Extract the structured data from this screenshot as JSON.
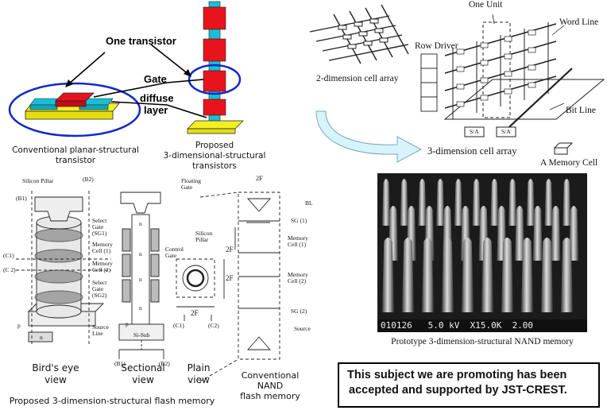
{
  "top_left": {
    "label_one_transistor": "One transistor",
    "label_gate": "Gate",
    "label_diffuse_1": "diffuse",
    "label_diffuse_2": "layer",
    "caption_planar_1": "Conventional planar-structural",
    "caption_planar_2": "transistor",
    "caption_proposed_1": "Proposed",
    "caption_proposed_2": "3-dimensional-structural",
    "caption_proposed_3": "transistors"
  },
  "top_right": {
    "label_one_unit": "One Unit",
    "label_word_line": "Word Line",
    "label_row_driver": "Row Driver",
    "label_2d": "2-dimension cell array",
    "label_bit_line": "Bit Line",
    "label_sa_1": "S/A",
    "label_sa_2": "S/A",
    "label_3d": "3-dimension cell array",
    "label_memory_cell": "A Memory Cell"
  },
  "bottom_left": {
    "label_silicon_pillar": "Silicon Pillar",
    "label_b2_top": "(B2)",
    "label_b1_top": "(B1)",
    "label_select_gate_sg1_1": "Select",
    "label_select_gate_sg1_2": "Gate",
    "label_select_gate_sg1_3": "(SG1)",
    "label_memory_cell1_1": "Memory",
    "label_memory_cell1_2": "Cell (1)",
    "label_c1_left": "(C1)",
    "label_memory_cell2_1": "Memory",
    "label_memory_cell2_2": "Cell (2)",
    "label_c2_left": "(C 2)",
    "label_select_gate_sg2_1": "Select",
    "label_select_gate_sg2_2": "Gate",
    "label_select_gate_sg2_3": "(SG2)",
    "label_p_left": "p",
    "label_source_line_1": "Source",
    "label_source_line_2": "Line",
    "label_n_base": "n",
    "label_floating_gate_1": "Floating",
    "label_floating_gate_2": "Gate",
    "label_control_gate_1": "Control",
    "label_control_gate_2": "Gate",
    "label_silicon_pillar2_1": "Silicon",
    "label_silicon_pillar2_2": "Pillar",
    "label_n_1": "n",
    "label_n_2": "n",
    "label_n_3": "n",
    "label_n_4": "n",
    "label_p_section": "p",
    "label_si_sub": "Si-Sub",
    "label_b1_bottom": "(B1)",
    "label_b2_bottom": "(B2)",
    "label_2f_top": "2F",
    "label_2f_mid": "2F",
    "label_2f_right": "2F",
    "label_2f_bottom": "2F",
    "label_c1_bottom": "(C1)",
    "label_c2_bottom": "(C2)",
    "label_bl": "BL",
    "label_sg1": "SG (1)",
    "label_mem_cell1_1": "Memory",
    "label_mem_cell1_2": "Cell (1)",
    "label_mem_cell2_1": "Memory",
    "label_mem_cell2_2": "Cell (2)",
    "label_sg2": "SG (2)",
    "label_source": "Source",
    "caption_birds_eye_1": "Bird's eye",
    "caption_birds_eye_2": "view",
    "caption_sectional_1": "Sectional",
    "caption_sectional_2": "view",
    "caption_plain_1": "Plain",
    "caption_plain_2": "view",
    "caption_conv_1": "Conventional",
    "caption_conv_2": "NAND",
    "caption_conv_3": "flash memory",
    "caption_proposed_flash": "Proposed 3-dimension-structural flash memory"
  },
  "bottom_right": {
    "sem_readout": "010126   5.0 kV  X15.0K  2.00",
    "caption_prototype": "Prototype 3-dimension-structural NAND memory",
    "notice_line1": "This subject we are promoting has been",
    "notice_line2": "accepted and supported by JST-CREST."
  },
  "colors": {
    "red": "#e8141d",
    "cyan": "#18c0d6",
    "yellow": "#f3ef22",
    "blue_ellipse": "#1428c8",
    "arrow_fill": "#d8f4fb"
  }
}
